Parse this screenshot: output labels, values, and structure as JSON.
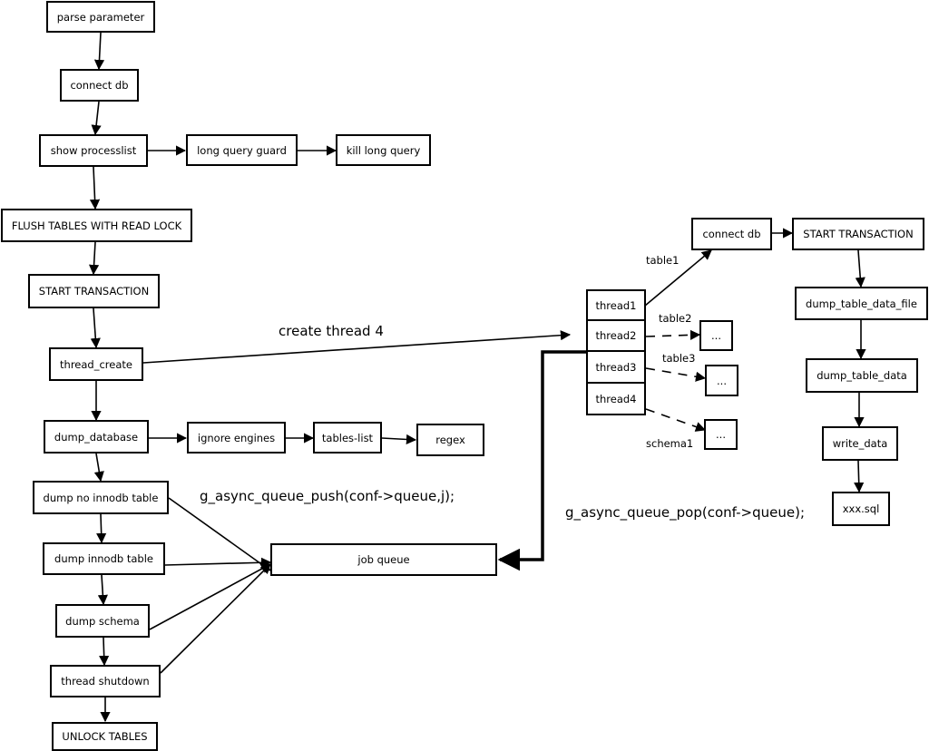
{
  "main_flow": {
    "parse_parameter": "parse parameter",
    "connect_db": "connect db",
    "show_processlist": "show processlist",
    "long_query_guard": "long query guard",
    "kill_long_query": "kill long query",
    "flush_tables": "FLUSH TABLES WITH READ LOCK",
    "start_transaction": "START TRANSACTION",
    "thread_create": "thread_create",
    "dump_database": "dump_database",
    "ignore_engines": "ignore engines",
    "tables_list": "tables-list",
    "regex": "regex",
    "dump_no_innodb_table": "dump no innodb table",
    "dump_innodb_table": "dump innodb table",
    "dump_schema": "dump schema",
    "thread_shutdown": "thread shutdown",
    "unlock_tables": "UNLOCK TABLES"
  },
  "queue": {
    "job_queue": "job queue",
    "push_call": "g_async_queue_push(conf->queue,j);",
    "pop_call": "g_async_queue_pop(conf->queue);",
    "create_thread_label": "create thread 4"
  },
  "threads": {
    "items": [
      "thread1",
      "thread2",
      "thread3",
      "thread4"
    ],
    "edge_labels": [
      "table1",
      "table2",
      "table3",
      "schema1"
    ],
    "ellipsis": "..."
  },
  "worker_flow": {
    "connect_db": "connect db",
    "start_transaction": "START TRANSACTION",
    "dump_table_data_file": "dump_table_data_file",
    "dump_table_data": "dump_table_data",
    "write_data": "write_data",
    "output_file": "xxx.sql"
  }
}
